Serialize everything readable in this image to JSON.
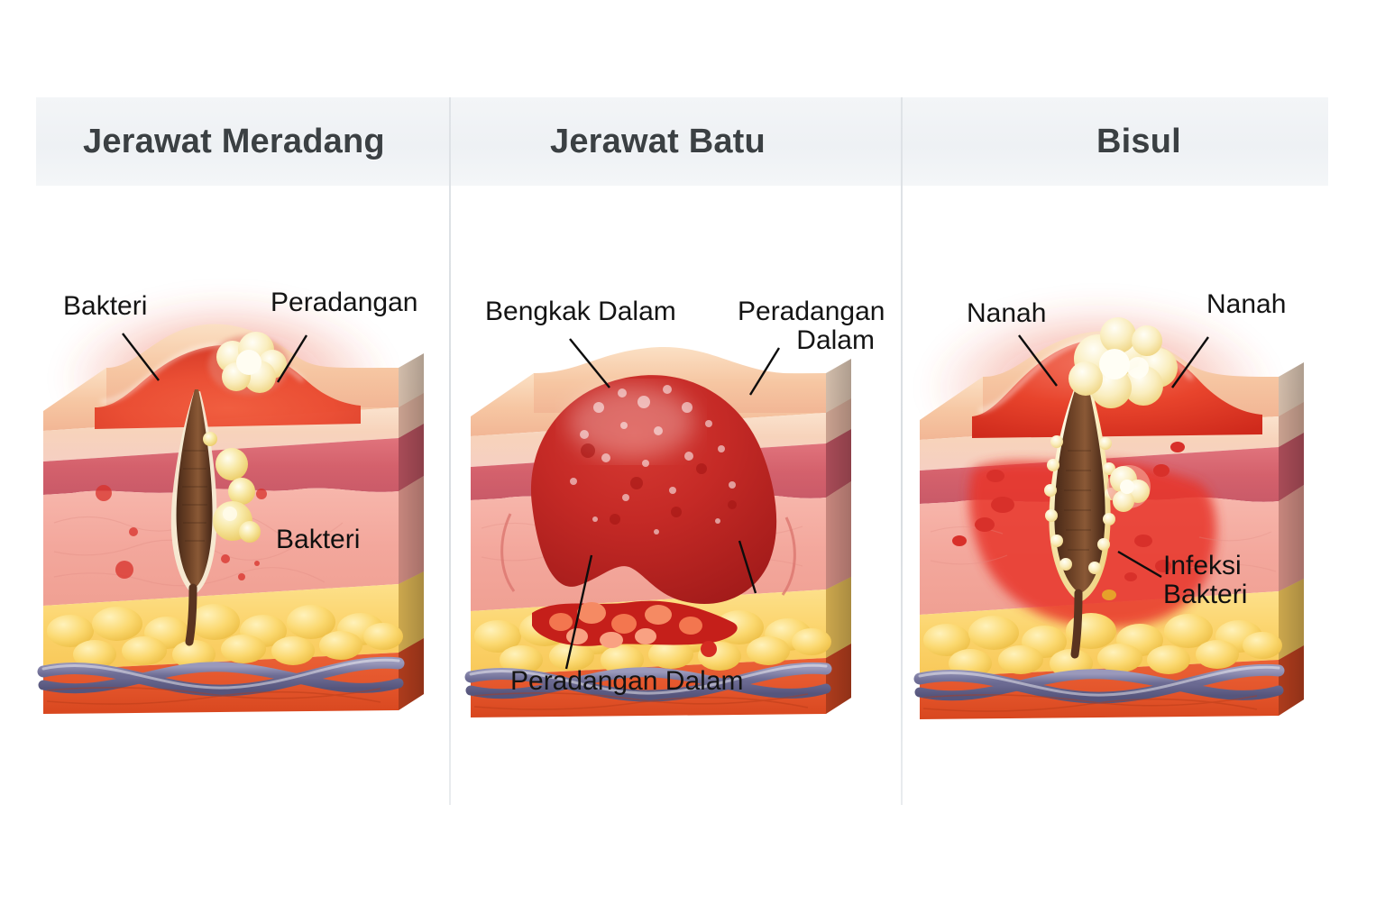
{
  "figure": {
    "type": "medical-illustration",
    "subject": "Perbandingan penampang kulit: jerawat meradang, jerawat batu, dan bisul",
    "language": "id",
    "background_color": "#ffffff",
    "header_band_color": "#eef1f4",
    "divider_color": "#dfe3e7",
    "label_text_color": "#141414",
    "title_text_color": "#3b4043"
  },
  "panels": [
    {
      "id": "jerawat-meradang",
      "title": "Jerawat Meradang",
      "labels": [
        {
          "name": "bakteri-outer",
          "text": "Bakteri",
          "leader": true
        },
        {
          "name": "peradangan",
          "text": "Peradangan",
          "leader": true
        },
        {
          "name": "bakteri-inner",
          "text": "Bakteri",
          "leader": false
        }
      ],
      "lesion": {
        "kind": "papule-pustule",
        "surface_color": "#ec4330",
        "pus_color": "#f6df86",
        "description": "Benjolan merah dengan nanah kuning kecil di permukaan"
      }
    },
    {
      "id": "jerawat-batu",
      "title": "Jerawat Batu",
      "labels": [
        {
          "name": "bengkak-dalam",
          "text": "Bengkak Dalam",
          "leader": true
        },
        {
          "name": "peradangan-dalam-atas",
          "text": "Peradangan\nDalam",
          "leader": true
        },
        {
          "name": "peradangan-dalam-bawah",
          "text": "Peradangan Dalam",
          "leader": true
        }
      ],
      "lesion": {
        "kind": "nodulocystic",
        "surface_color": "#c81e1e",
        "pus_color": "#e8442c",
        "description": "Massa kista merah tua besar menekan jaringan dalam"
      }
    },
    {
      "id": "bisul",
      "title": "Bisul",
      "labels": [
        {
          "name": "nanah-kiri",
          "text": "Nanah",
          "leader": true
        },
        {
          "name": "nanah-kanan",
          "text": "Nanah",
          "leader": true
        },
        {
          "name": "infeksi-bakteri",
          "text": "Infeksi\nBakteri",
          "leader": true
        }
      ],
      "lesion": {
        "kind": "furuncle-abscess",
        "surface_color": "#e0392c",
        "pus_color": "#f7e9a8",
        "description": "Bisul dengan gumpalan nanah kuning besar keluar dari folikel"
      }
    }
  ],
  "skin_layers": [
    {
      "name": "epidermis",
      "color": "#f7c9a8"
    },
    {
      "name": "stratum-papillare",
      "color": "#d9616b"
    },
    {
      "name": "dermis",
      "color": "#f3a79c"
    },
    {
      "name": "hypodermis-fat",
      "color": "#fbd869"
    },
    {
      "name": "blood-vessels",
      "color": "#7b7aa0"
    },
    {
      "name": "muscle",
      "color": "#e4562c"
    },
    {
      "name": "hair-follicle",
      "color": "#5a3420"
    }
  ]
}
